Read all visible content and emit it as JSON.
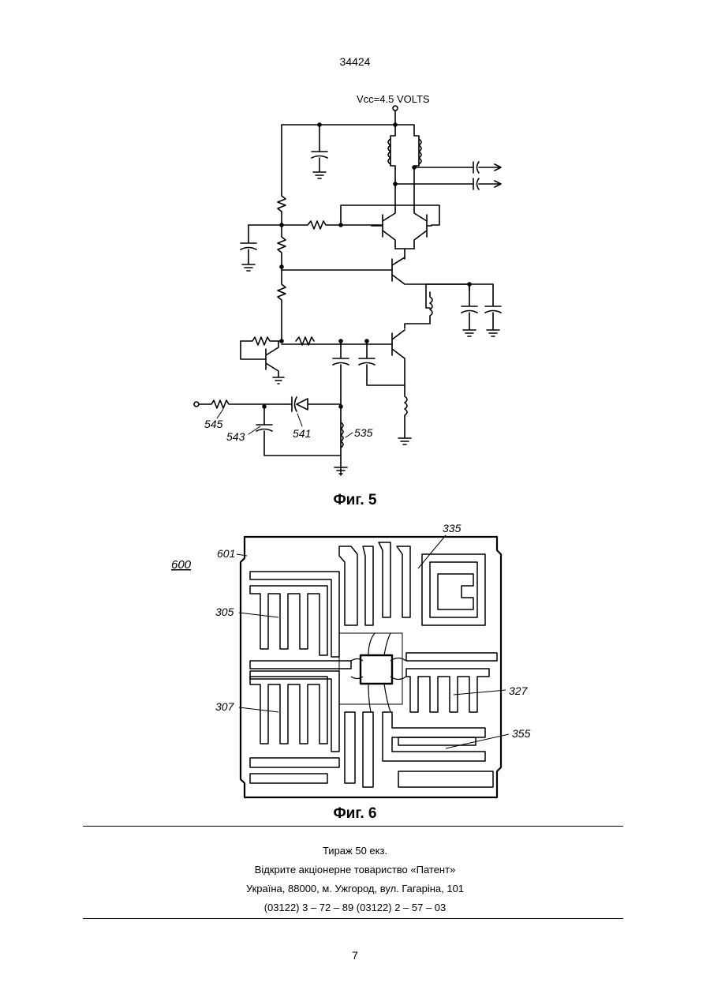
{
  "header": {
    "doc_number": "34424"
  },
  "figure5": {
    "caption": "Фиг. 5",
    "supply_label": "Vcc=4.5 VOLTS",
    "labels": {
      "r545": "545",
      "c543": "543",
      "d541": "541",
      "l535": "535"
    }
  },
  "figure6": {
    "caption": "Фиг. 6",
    "labels": {
      "board": "600",
      "l601": "601",
      "l335": "335",
      "l305": "305",
      "l307": "307",
      "l327": "327",
      "l355": "355"
    }
  },
  "imprint": {
    "line1": "Тираж 50 екз.",
    "line2": "Відкрите акціонерне товариство «Патент»",
    "line3": "Україна, 88000, м. Ужгород, вул. Гагаріна, 101",
    "line4": "(03122) 3 – 72 – 89   (03122) 2 – 57 – 03"
  },
  "footer": {
    "page_number": "7"
  }
}
